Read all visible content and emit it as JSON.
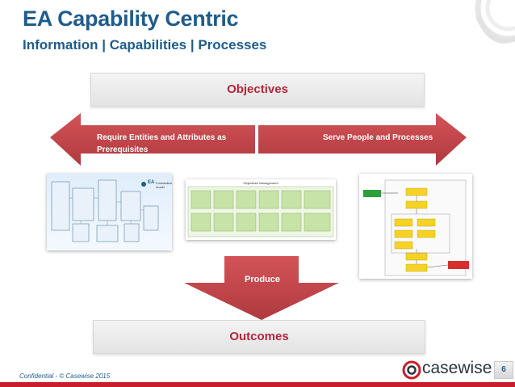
{
  "header": {
    "title": "EA Capability Centric",
    "subtitle": "Information | Capabilities | Processes"
  },
  "diagram": {
    "objectives_label": "Objectives",
    "left_arrow_label": "Require Entities and Attributes as Prerequisites",
    "right_arrow_label": "Serve People and Processes",
    "produce_label": "Produce",
    "outcomes_label": "Outcomes",
    "thumbnails": {
      "data_model": {
        "badge": "EA",
        "caption": "Foundation model"
      },
      "capability_map": {
        "caption": "Objectives Management"
      },
      "process_flow": {
        "caption": ""
      }
    }
  },
  "footer": {
    "confidential": "Confidential - © Casewise 2015",
    "brand": "casewise",
    "page_number": "6"
  },
  "colors": {
    "title_blue": "#1f5c8b",
    "arrow_red": "#c0393f",
    "label_red": "#b5253a"
  }
}
